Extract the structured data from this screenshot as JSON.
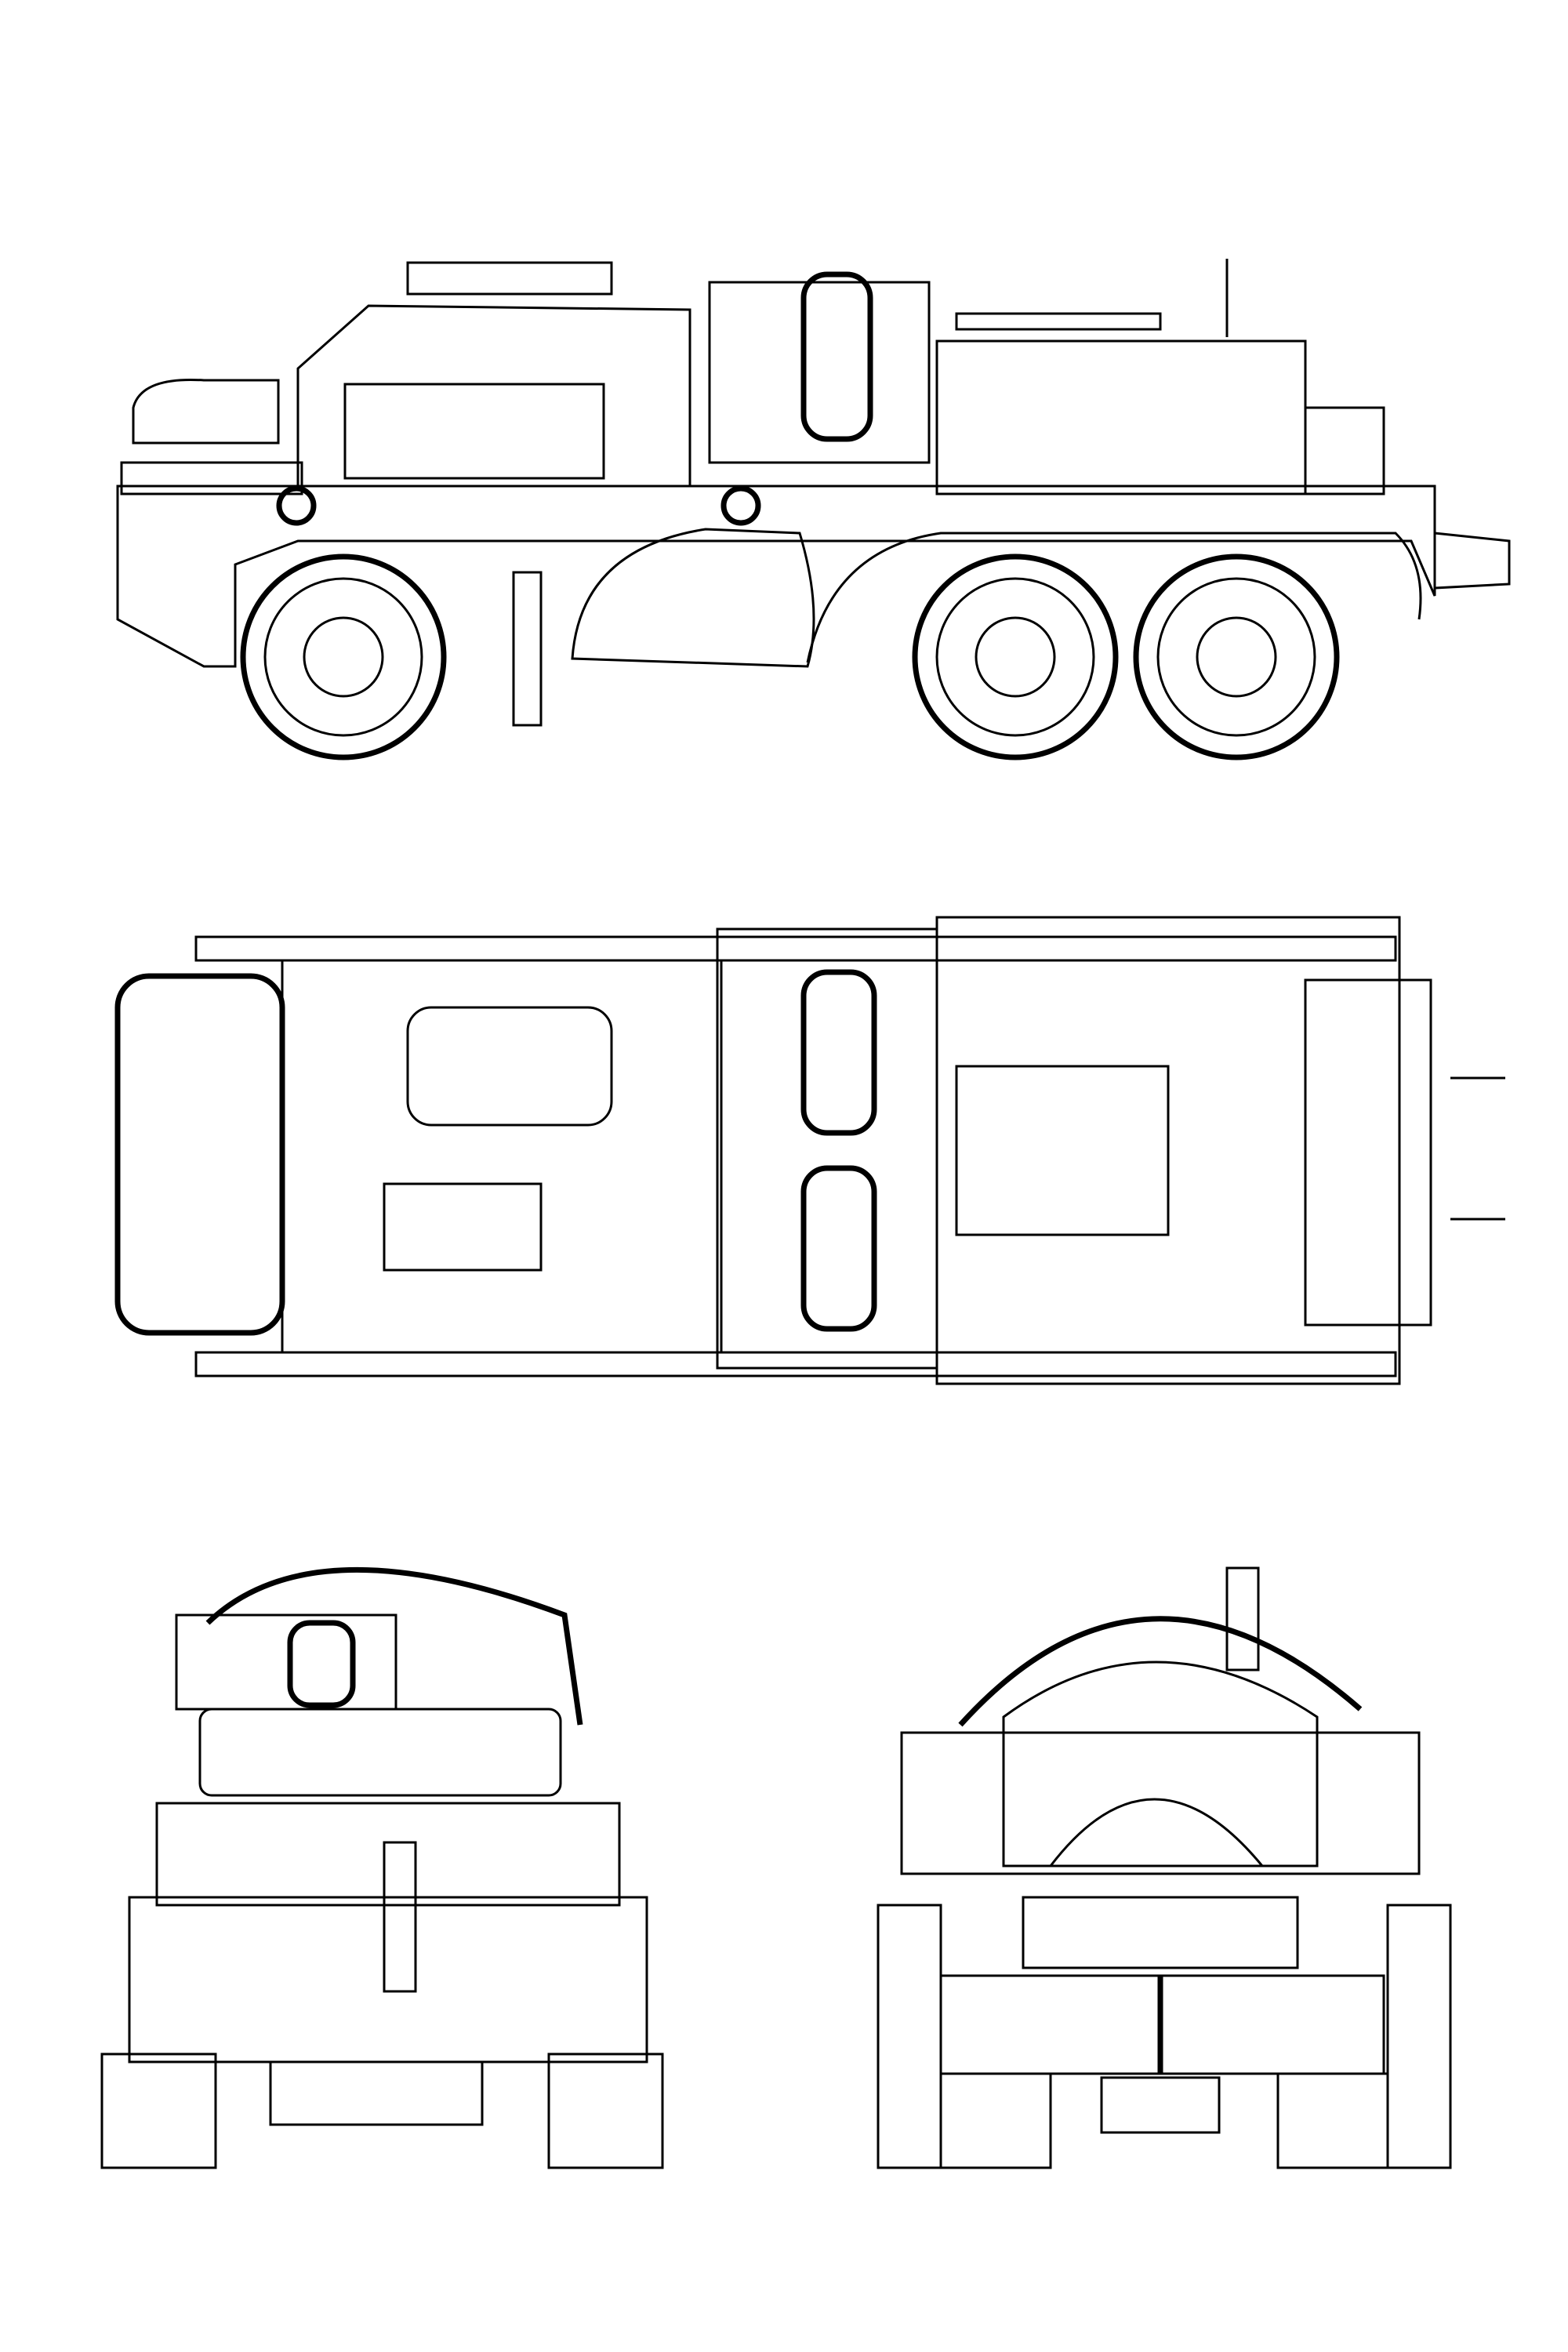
{
  "drawing": {
    "views": [
      "side",
      "top",
      "rear",
      "front"
    ],
    "colors": {
      "line": "#000000",
      "background": "#ffffff"
    }
  }
}
